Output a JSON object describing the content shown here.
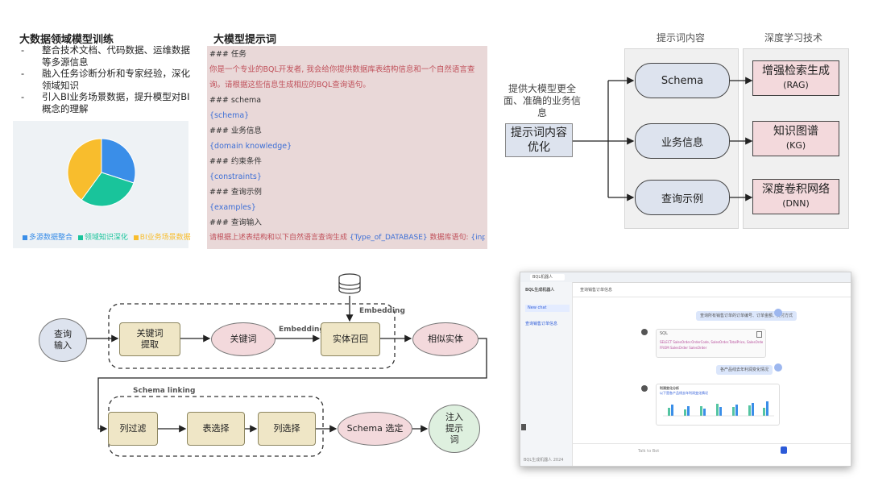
{
  "panel1": {
    "title": "大数据领域模型训练",
    "bullets": [
      "整合技术文档、代码数据、运维数据等多源信息",
      "融入任务诊断分析和专家经验，深化领域知识",
      "引入BI业务场景数据，提升模型对BI概念的理解"
    ],
    "chart_data": {
      "type": "pie",
      "categories": [
        "多源数据整合",
        "领域知识深化",
        "BI业务场景数据"
      ],
      "values": [
        30,
        30,
        40
      ],
      "colors": [
        "#3a8ee8",
        "#19c49b",
        "#f8bd2d"
      ],
      "legend_position": "bottom"
    }
  },
  "panel2": {
    "title": "大模型提示词",
    "lines": [
      {
        "text": "### 任务",
        "style": "h"
      },
      {
        "text": "你是一个专业的BQL开发者, 我会给你提供数据库表结构信息和一个自然语言查询。请根据这些信息生成相应的BQL查询语句。",
        "style": "red"
      },
      {
        "text": "### schema",
        "style": "h"
      },
      {
        "text": "{schema}",
        "style": "blue"
      },
      {
        "text": "### 业务信息",
        "style": "h"
      },
      {
        "text": "{domain knowledge}",
        "style": "blue"
      },
      {
        "text": "### 约束条件",
        "style": "h"
      },
      {
        "text": "{constraints}",
        "style": "blue"
      },
      {
        "text": "### 查询示例",
        "style": "h"
      },
      {
        "text": "{examples}",
        "style": "blue"
      },
      {
        "text": "### 查询输入",
        "style": "h"
      }
    ],
    "last_line": {
      "prefix": "请根据上述表结构和以下自然语言查询生成",
      "db_var": "{Type_of_DATABASE}",
      "mid": "数据库语句:",
      "query_var": "{input query}"
    }
  },
  "panel3": {
    "col1_header": "提示词内容",
    "col2_header": "深度学习技术",
    "description": "提供大模型更全面、准确的业务信息",
    "optimize": "提示词内容优化",
    "items": [
      {
        "pill": "Schema",
        "tech": "增强检索生成",
        "abbr": "(RAG)"
      },
      {
        "pill": "业务信息",
        "tech": "知识图谱",
        "abbr": "(KG)"
      },
      {
        "pill": "查询示例",
        "tech": "深度卷积网络",
        "abbr": "(DNN)"
      }
    ]
  },
  "panel4": {
    "query_input": "查询输入",
    "kw_extract": "关键词提取",
    "keyword": "关键词",
    "entity_recall": "实体召回",
    "similar_entity": "相似实体",
    "embedding_top": "Embedding",
    "embedding_mid": "Embedding",
    "schema_linking": "Schema linking",
    "col_filter": "列过滤",
    "table_select": "表选择",
    "col_select": "列选择",
    "schema_select": "Schema 选定",
    "inject_prompt": "注入提示词"
  },
  "panel5": {
    "tab": "BQL机器人",
    "app_name": "BQL生成机器人",
    "header_title": "查询销售订单信息",
    "new_chat": "New chat",
    "history_item": "查询销售订单信息",
    "user_msg_1": "查询所有销售订单的订单编号、订单金额、支付方式",
    "code_lang": "SQL",
    "code_line_1": "SELECT SalesOrder.OrderCode, SalesOrder.TotalPrice, SalesOrder.PayMethod",
    "code_line_2": "FROM SalesOrder SalesOrder",
    "user_msg_2": "各产品线去年利润变化情况",
    "chart_title": "利润变化分析",
    "chart_text": "以下是各产品线去年利润变化情况",
    "input_placeholder": "Talk to Bot",
    "footer": "BQL生成机器人 2024"
  }
}
